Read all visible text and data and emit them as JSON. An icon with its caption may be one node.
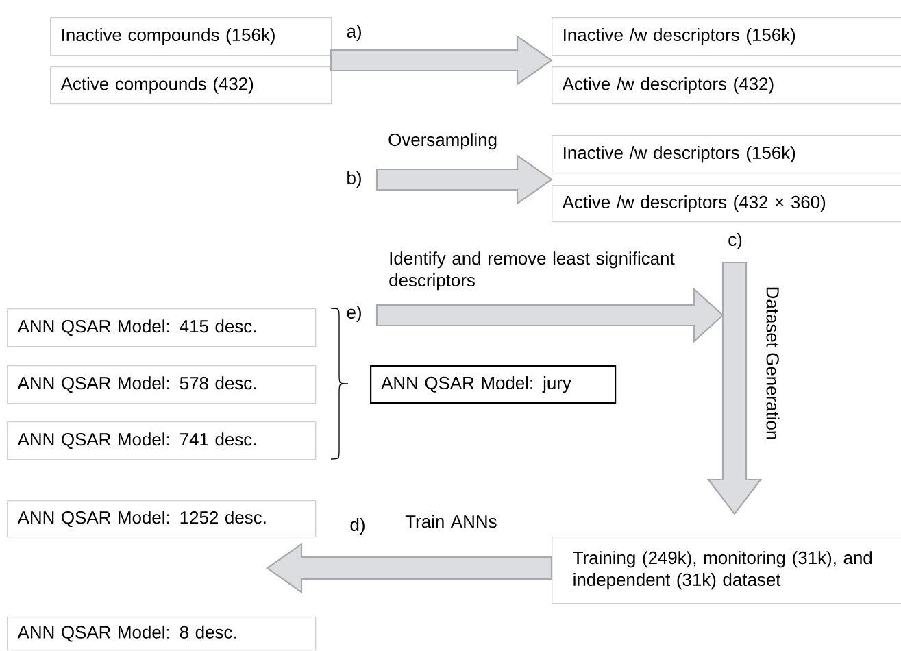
{
  "diagram": {
    "nodes": [
      {
        "text": [
          "Inactive compounds (156k)"
        ]
      },
      {
        "text": [
          "Active compounds (432)"
        ]
      },
      {
        "text": [
          "Inactive /w descriptors (156k)"
        ]
      },
      {
        "text": [
          "Active /w descriptors (432)"
        ]
      },
      {
        "text": [
          "Inactive /w descriptors (156k)"
        ]
      },
      {
        "text": [
          "Active /w descriptors (432 × 360)"
        ]
      },
      {
        "text": [
          "ANN QSAR Model: 415 desc."
        ]
      },
      {
        "text": [
          "ANN QSAR Model: 578 desc."
        ]
      },
      {
        "text": [
          "ANN QSAR Model: 741 desc."
        ]
      },
      {
        "text": [
          "ANN QSAR Model: jury"
        ]
      },
      {
        "text": [
          "ANN QSAR Model: 1252 desc."
        ]
      },
      {
        "text": [
          "Training (249k), monitoring (31k), and independent (31k) dataset"
        ]
      },
      {
        "text": [
          "ANN QSAR Model: 8 desc."
        ]
      },
      {
        "text": [
          "Dataset Generation"
        ],
        "beside": [
          "c)"
        ]
      }
    ],
    "edges": [
      {
        "from": 0,
        "to": 2,
        "arrow": "to"
      },
      {
        "from": null,
        "to": 4,
        "arrow": "to",
        "label": "Oversampling"
      },
      {
        "from": null,
        "to": 13,
        "arrow": "to",
        "label": "Identify and remove least significant descriptors"
      },
      {
        "from": 11,
        "to": null,
        "arrow": "to",
        "label": "Train ANNs"
      }
    ],
    "labels": [
      "a)",
      "b)",
      "e)",
      "d)"
    ]
  }
}
